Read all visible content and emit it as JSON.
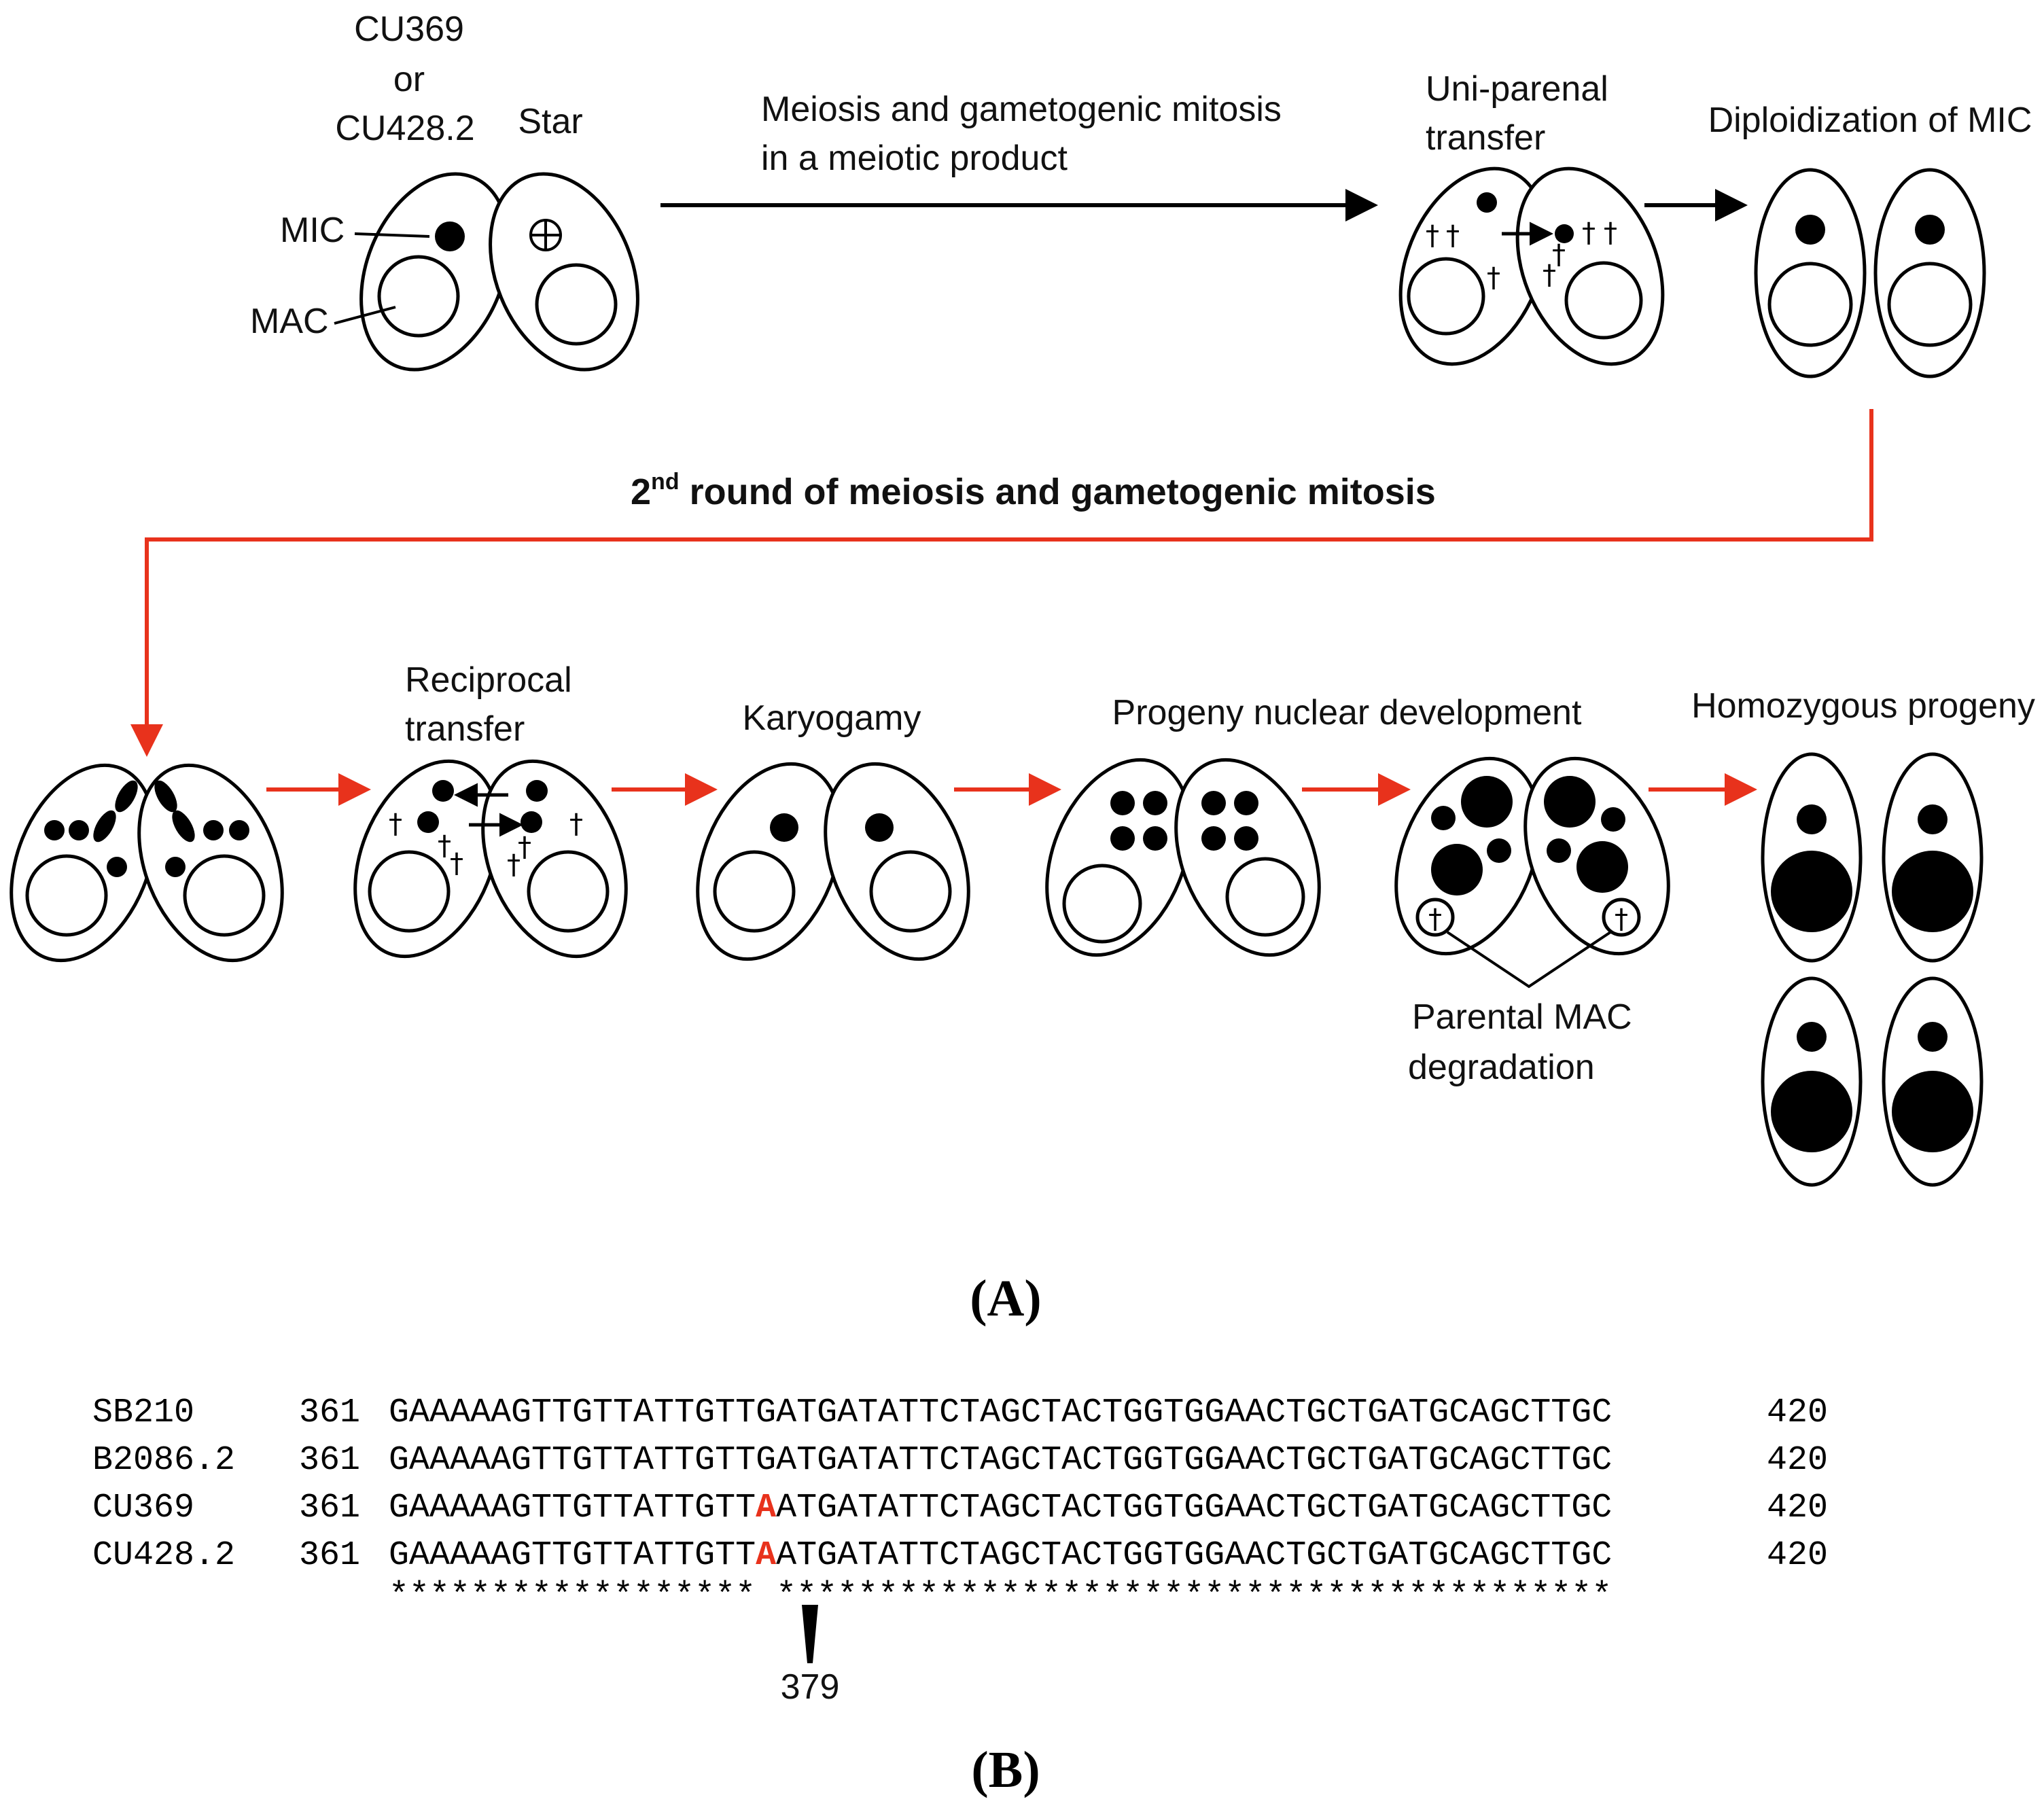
{
  "colors": {
    "ink": "#000000",
    "accent": "#e8321c",
    "background": "#ffffff"
  },
  "panel_a": {
    "label": "(A)",
    "parent_left_line1": "CU369",
    "parent_left_line2": "or",
    "parent_left_line3": "CU428.2",
    "parent_right": "Star",
    "mic_label": "MIC",
    "mac_label": "MAC",
    "step1_line1": "Meiosis and gametogenic mitosis",
    "step1_line2": "in a meiotic product",
    "step2_line1": "Uni-parenal",
    "step2_line2": "transfer",
    "step3": "Diploidization of MIC",
    "step4_prefix": "2",
    "step4_sup": "nd",
    "step4_rest": " round of meiosis and gametogenic mitosis",
    "step5_line1": "Reciprocal",
    "step5_line2": "transfer",
    "step6": "Karyogamy",
    "step7": "Progeny nuclear development",
    "step8": "Homozygous progeny",
    "degradation_line1": "Parental MAC",
    "degradation_line2": "degradation",
    "star_symbol": "⊕",
    "dagger_symbol": "†"
  },
  "panel_b": {
    "label": "(B)",
    "rows": [
      {
        "name": "SB210",
        "start": "361",
        "pre": "GAAAAAGTTGTTATTGTT",
        "mut": "G",
        "post": "ATGATATTCTAGCTACTGGTGGAACTGCTGATGCAGCTTGC",
        "end": "420"
      },
      {
        "name": "B2086.2",
        "start": "361",
        "pre": "GAAAAAGTTGTTATTGTT",
        "mut": "G",
        "post": "ATGATATTCTAGCTACTGGTGGAACTGCTGATGCAGCTTGC",
        "end": "420"
      },
      {
        "name": "CU369",
        "start": "361",
        "pre": "GAAAAAGTTGTTATTGTT",
        "mut": "A",
        "post": "ATGATATTCTAGCTACTGGTGGAACTGCTGATGCAGCTTGC",
        "end": "420"
      },
      {
        "name": "CU428.2",
        "start": "361",
        "pre": "GAAAAAGTTGTTATTGTT",
        "mut": "A",
        "post": "ATGATATTCTAGCTACTGGTGGAACTGCTGATGCAGCTTGC",
        "end": "420"
      }
    ],
    "consensus": "****************** *****************************************",
    "mutation_position": "379"
  }
}
